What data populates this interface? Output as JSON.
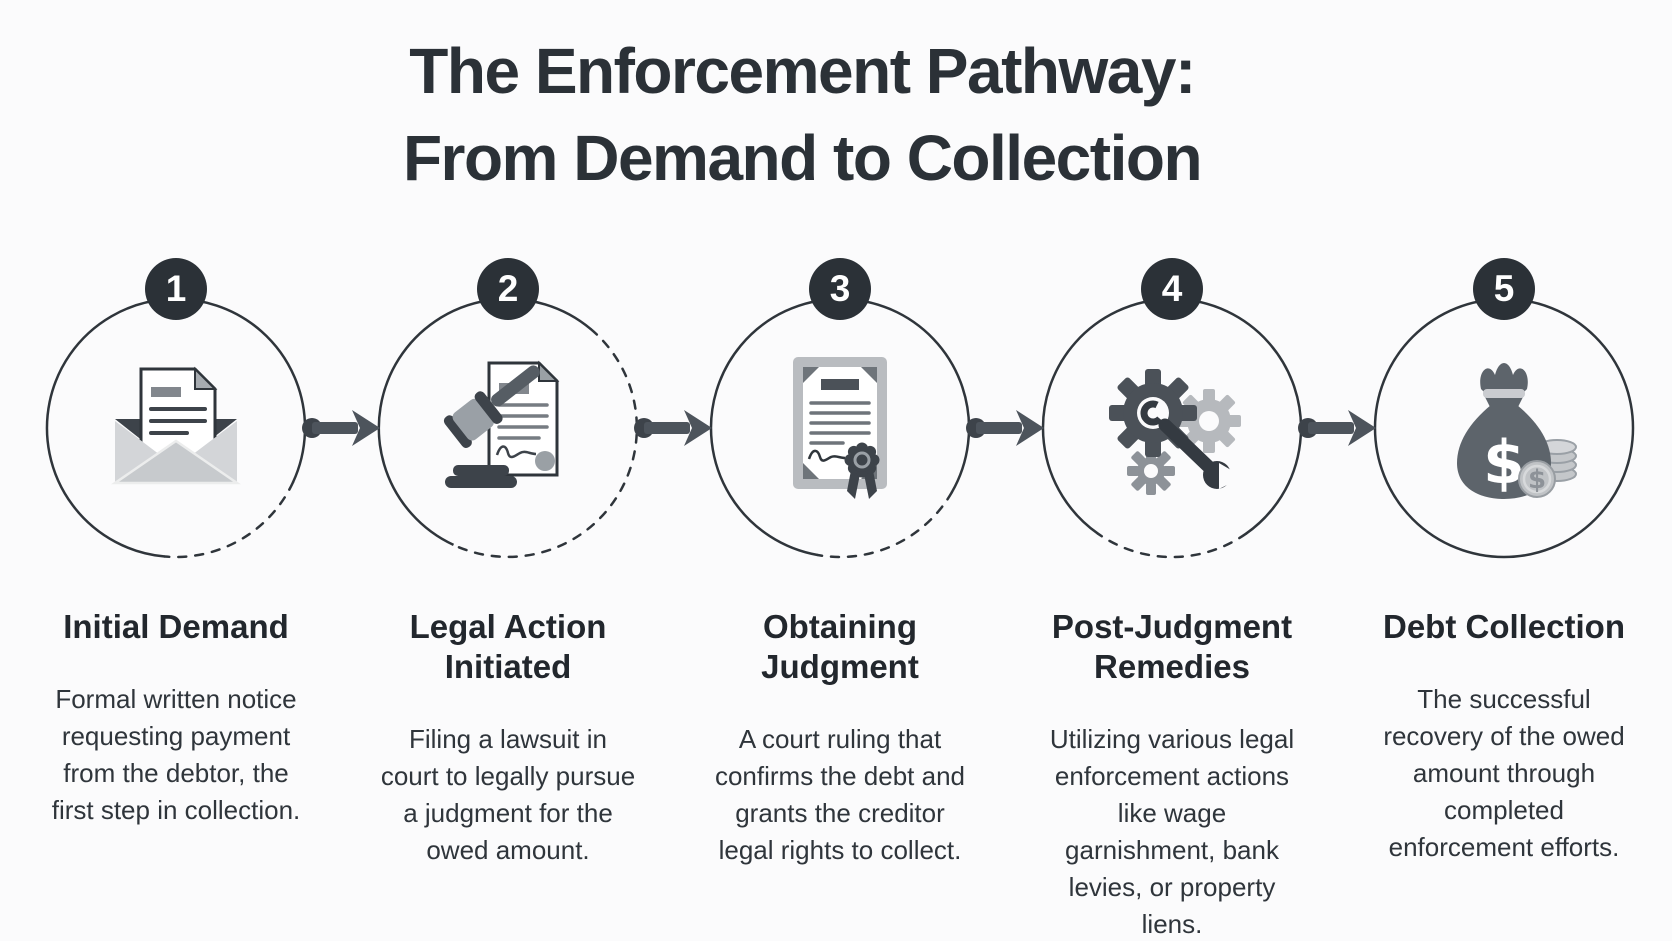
{
  "title": {
    "line1": "The Enforcement Pathway:",
    "line2": "From Demand to Collection"
  },
  "steps": [
    {
      "number": "1",
      "icon": "envelope-letter-icon",
      "title": "Initial Demand",
      "description": "Formal written notice requesting payment from the debtor, the first step in collection."
    },
    {
      "number": "2",
      "icon": "gavel-document-icon",
      "title": "Legal Action Initiated",
      "description": "Filing a lawsuit in court to legally pursue a judgment for the owed amount."
    },
    {
      "number": "3",
      "icon": "certificate-seal-icon",
      "title": "Obtaining Judgment",
      "description": "A court ruling that confirms the debt and grants the creditor legal rights to collect."
    },
    {
      "number": "4",
      "icon": "gears-wrench-icon",
      "title": "Post-Judgment Remedies",
      "description": "Utilizing various legal enforcement actions like wage garnishment, bank levies, or property liens."
    },
    {
      "number": "5",
      "icon": "money-bag-coins-icon",
      "title": "Debt Collection",
      "description": "The successful recovery of the owed amount through completed enforcement efforts."
    }
  ],
  "colors": {
    "background": "#fbfbfc",
    "title_text": "#2b3137",
    "step_title_text": "#22272d",
    "description_text": "#2f353b",
    "badge_background": "#2b3137",
    "badge_text": "#ffffff",
    "circle_outline": "#2f353b",
    "arrow": "#4d545c",
    "icon_dark": "#3d434a",
    "icon_mid": "#9aa0a6",
    "icon_light": "#c7cacd"
  }
}
